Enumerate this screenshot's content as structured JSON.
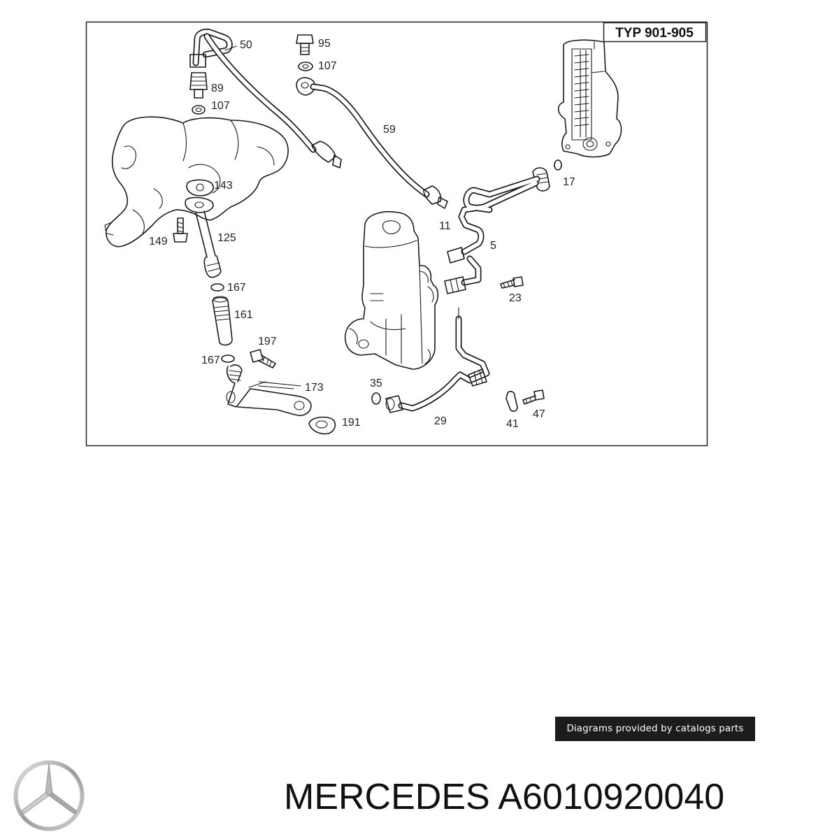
{
  "diagram": {
    "model_label": "TYP 901-905",
    "parts": [
      {
        "id": "p50",
        "label": "50"
      },
      {
        "id": "p95",
        "label": "95"
      },
      {
        "id": "p107a",
        "label": "107"
      },
      {
        "id": "p89",
        "label": "89"
      },
      {
        "id": "p107b",
        "label": "107"
      },
      {
        "id": "p59",
        "label": "59"
      },
      {
        "id": "p17",
        "label": "17"
      },
      {
        "id": "p143",
        "label": "143"
      },
      {
        "id": "p11",
        "label": "11"
      },
      {
        "id": "p125",
        "label": "125"
      },
      {
        "id": "p149",
        "label": "149"
      },
      {
        "id": "p5",
        "label": "5"
      },
      {
        "id": "p167a",
        "label": "167"
      },
      {
        "id": "p23",
        "label": "23"
      },
      {
        "id": "p161",
        "label": "161"
      },
      {
        "id": "p197",
        "label": "197"
      },
      {
        "id": "p167b",
        "label": "167"
      },
      {
        "id": "p173",
        "label": "173"
      },
      {
        "id": "p35",
        "label": "35"
      },
      {
        "id": "p191",
        "label": "191"
      },
      {
        "id": "p29",
        "label": "29"
      },
      {
        "id": "p41",
        "label": "41"
      },
      {
        "id": "p47",
        "label": "47"
      }
    ]
  },
  "credit": "Diagrams provided by catalogs parts",
  "footer": {
    "brand": "MERCEDES",
    "part_number": "A6010920040"
  },
  "logo": {
    "icon": "mercedes-star-icon"
  }
}
